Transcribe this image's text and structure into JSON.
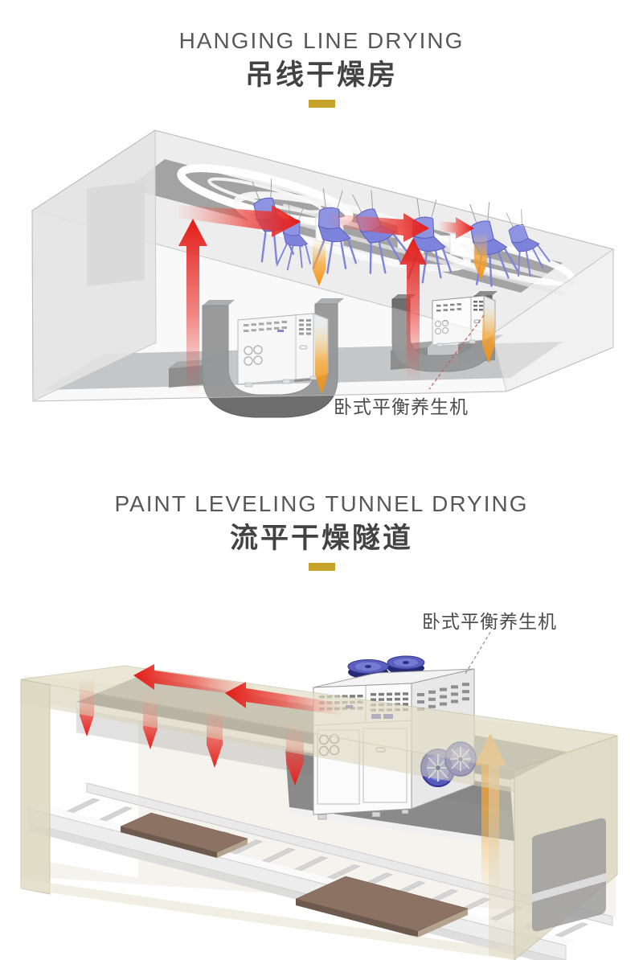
{
  "page": {
    "background": "#ffffff"
  },
  "sections": [
    {
      "title_en": "HANGING LINE DRYING",
      "title_cn": "吊线干燥房",
      "machine_label": "卧式平衡养生机",
      "illustration": "hanging-line drying room: translucent gray chamber, overhead oval conveyor track with hanging blue chairs, red and orange airflow arrows, two horizontal curing machines in U-shaped return ducts below"
    },
    {
      "title_en": "PAINT LEVELING TUNNEL DRYING",
      "title_cn": "流平干燥隧道",
      "machine_label": "卧式平衡养生机",
      "illustration": "paint leveling drying tunnel: translucent beige tunnel, gray air-distribution plate, roller conveyor with wooden boards, red and orange airflow arrows, horizontal curing machine with blue fans on the roof"
    }
  ],
  "colors": {
    "accent_gold": "#c8a32b",
    "title_en_gray": "#585858",
    "title_cn_dark": "#434343",
    "label_gray": "#4c4c4c",
    "arrow_red": "#e3201c",
    "arrow_orange": "#ef8f15",
    "chair_blue": "#8b90e0",
    "duct_gray": "#6a6a6a",
    "plate_gray": "#8e8e8e",
    "shell_beige": "#dcd7bf",
    "machine_white": "#fbfbfb",
    "fan_blue": "#565bb8"
  },
  "icons": [
    "airflow-right-arrow-icon",
    "airflow-left-arrow-icon",
    "airflow-up-arrow-icon",
    "heat-down-arrow-icon",
    "leader-line-icon",
    "hanging-chair-icon",
    "axial-fan-icon"
  ]
}
